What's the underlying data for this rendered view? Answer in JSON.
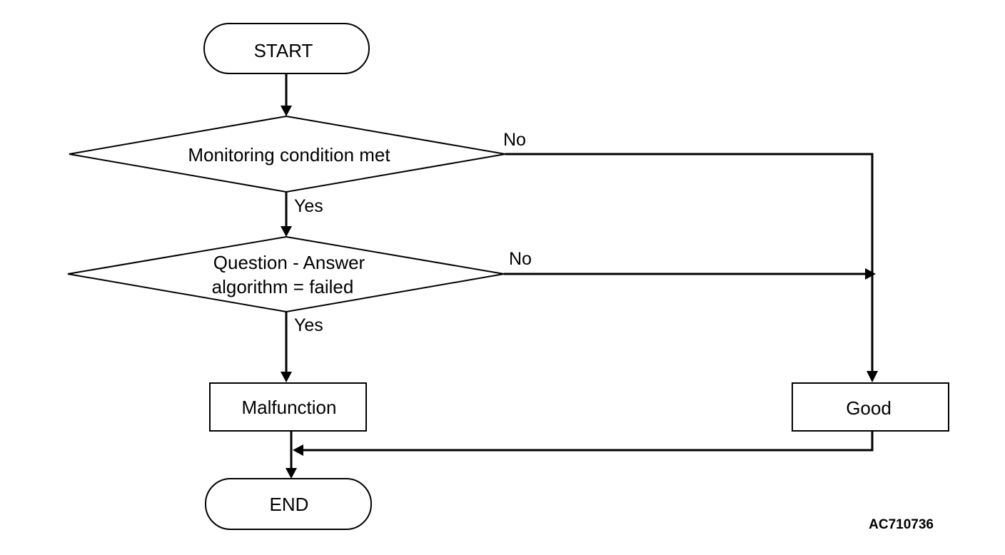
{
  "nodes": {
    "start": "START",
    "decision1": "Monitoring condition met",
    "decision2_line1": "Question - Answer",
    "decision2_line2": "algorithm = failed",
    "malfunction": "Malfunction",
    "good": "Good",
    "end": "END"
  },
  "edges": {
    "d1_yes": "Yes",
    "d1_no": "No",
    "d2_yes": "Yes",
    "d2_no": "No"
  },
  "figure_code": "AC710736"
}
